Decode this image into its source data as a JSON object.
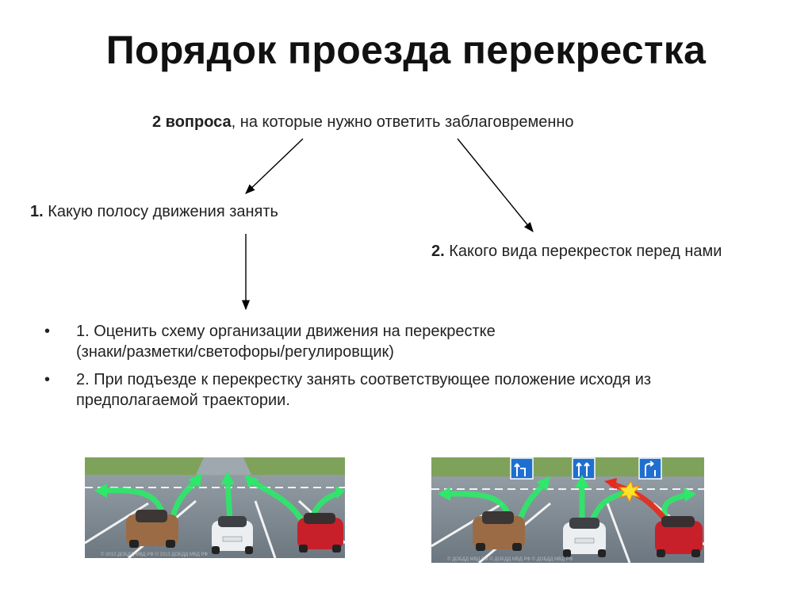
{
  "title": "Порядок проезда перекрестка",
  "subtitle": {
    "bold": "2 вопроса",
    "rest": ", на которые нужно ответить заблаговременно"
  },
  "question1": {
    "num": "1.",
    "text": " Какую полосу движения занять"
  },
  "question2": {
    "num": "2.",
    "text": " Какого вида перекресток перед нами"
  },
  "bullets": [
    {
      "marker": "•",
      "line1": "1. Оценить схему организации движения на перекрестке",
      "line2": "(знаки/разметки/светофоры/регулировщик)"
    },
    {
      "marker": "•",
      "line1": "2. При подъезде к перекрестку занять соответствующее положение исходя из",
      "line2": "предполагаемой траектории."
    }
  ],
  "photos": {
    "left_watermark": "© 2013 ДОБДД МВД РФ  © 2013 ДОБДД МВД РФ",
    "right_watermark": "© ДОБДД МВД РФ  © ДОБДД МВД РФ  © ДОБДД МВД РФ"
  },
  "colors": {
    "arrow_green": "#2ee86a",
    "road": "#7f8a93",
    "grass": "#6f9a4a",
    "sign_blue": "#1f6fd1",
    "conflict_red": "#e8291c"
  }
}
